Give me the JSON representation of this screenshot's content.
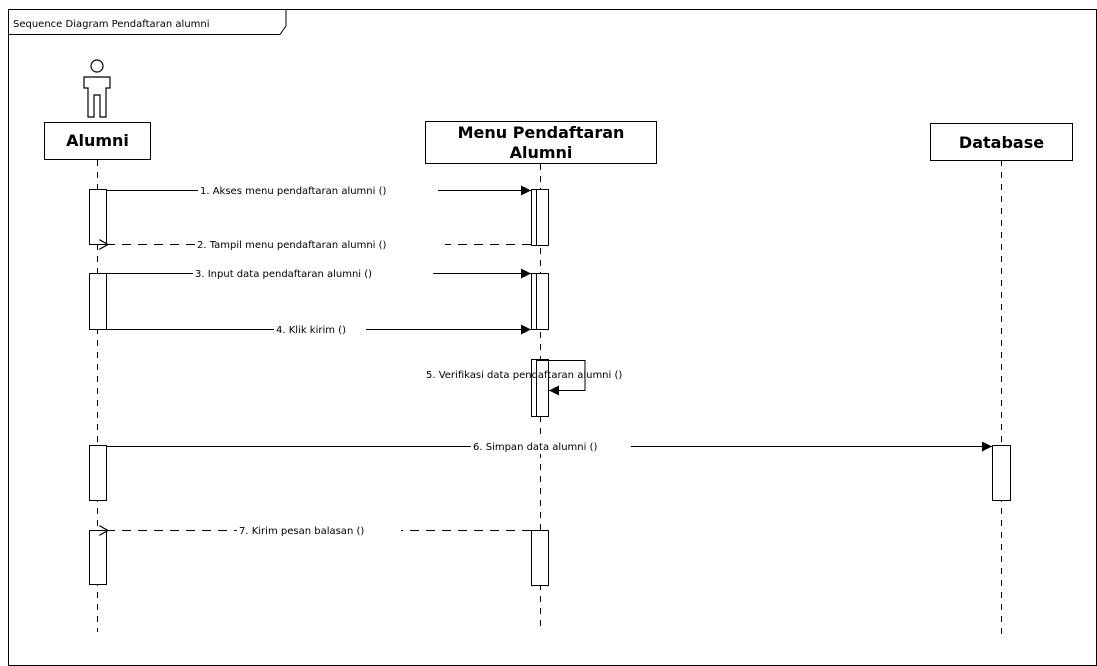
{
  "diagram": {
    "title": "Sequence Diagram Pendaftaran alumni",
    "participants": [
      {
        "id": "alumni",
        "kind": "actor",
        "label": "Alumni"
      },
      {
        "id": "menu",
        "kind": "boundary",
        "label_lines": [
          "Menu Pendaftaran",
          "Alumni"
        ]
      },
      {
        "id": "database",
        "kind": "object",
        "label": "Database"
      }
    ],
    "messages": [
      {
        "label": "1. Akses menu pendaftaran alumni ()",
        "from": "alumni",
        "to": "menu",
        "style": "sync"
      },
      {
        "label": "2. Tampil menu pendaftaran alumni ()",
        "from": "menu",
        "to": "alumni",
        "style": "return"
      },
      {
        "label": "3. Input data pendaftaran alumni ()",
        "from": "alumni",
        "to": "menu",
        "style": "sync"
      },
      {
        "label": "4. Klik kirim ()",
        "from": "alumni",
        "to": "menu",
        "style": "sync"
      },
      {
        "label": "5. Verifikasi data pendaftaran alumni ()",
        "from": "menu",
        "to": "menu",
        "style": "self"
      },
      {
        "label": "6. Simpan data alumni ()",
        "from": "alumni",
        "to": "database",
        "style": "sync"
      },
      {
        "label": "7. Kirim pesan balasan ()",
        "from": "menu",
        "to": "alumni",
        "style": "return"
      }
    ]
  }
}
